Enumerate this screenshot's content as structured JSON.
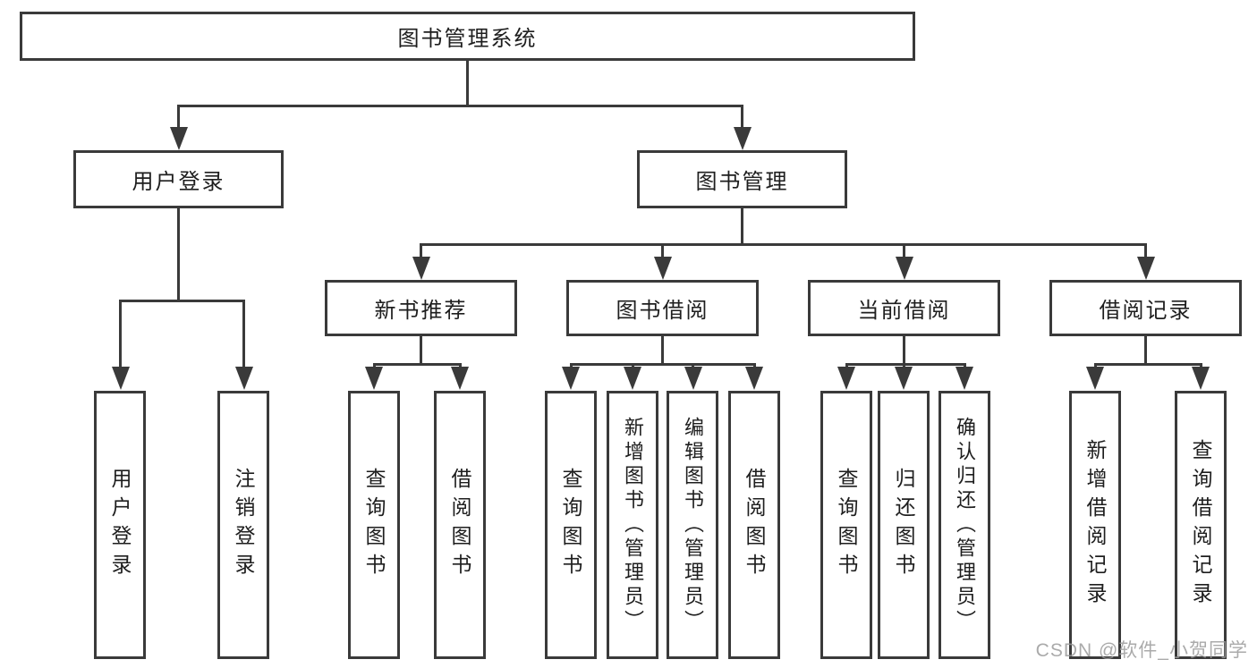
{
  "chart": {
    "type": "hierarchy-diagram",
    "root": {
      "label": "图书管理系统",
      "children": [
        {
          "label": "用户登录",
          "children": [
            {
              "label": "用户登录"
            },
            {
              "label": "注销登录"
            }
          ]
        },
        {
          "label": "图书管理",
          "children": [
            {
              "label": "新书推荐",
              "children": [
                {
                  "label": "查询图书"
                },
                {
                  "label": "借阅图书"
                }
              ]
            },
            {
              "label": "图书借阅",
              "children": [
                {
                  "label": "查询图书"
                },
                {
                  "label": "新增图书（管理员）"
                },
                {
                  "label": "编辑图书（管理员）"
                },
                {
                  "label": "借阅图书"
                }
              ]
            },
            {
              "label": "当前借阅",
              "children": [
                {
                  "label": "查询图书"
                },
                {
                  "label": "归还图书"
                },
                {
                  "label": "确认归还（管理员）"
                }
              ]
            },
            {
              "label": "借阅记录",
              "children": [
                {
                  "label": "新增借阅记录"
                },
                {
                  "label": "查询借阅记录"
                }
              ]
            }
          ]
        }
      ]
    }
  },
  "watermark": {
    "text": "CSDN @软件_小贺同学",
    "color": "#9b9b9b"
  },
  "colors": {
    "line": "#3a3a3a",
    "box_border": "#3a3a3a",
    "text": "#1e1e1e",
    "background": "#ffffff"
  }
}
